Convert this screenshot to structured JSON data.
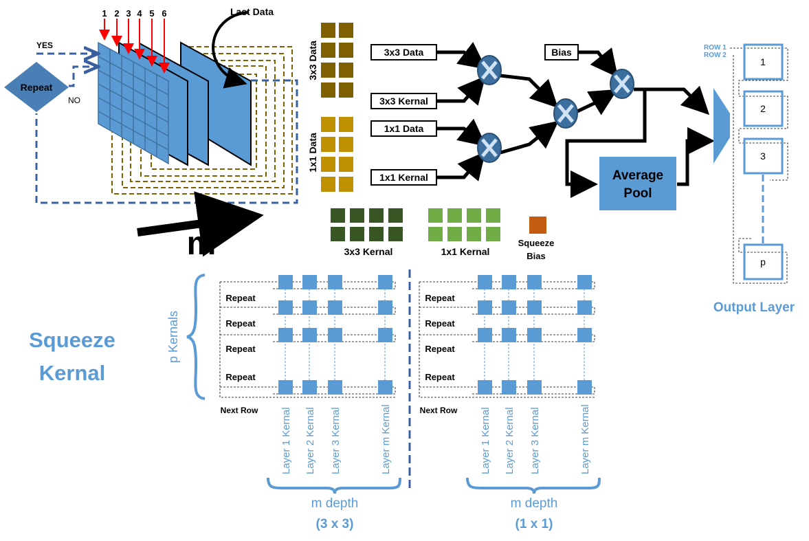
{
  "input_section": {
    "channel_numbers": [
      "1",
      "2",
      "3",
      "4",
      "5",
      "6"
    ],
    "last_data_label": "Last Data",
    "decision_label": "Repeat",
    "yes_label": "YES",
    "no_label": "NO",
    "depth_label": "m"
  },
  "data_stacks": {
    "data_3x3_label": "3x3 Data",
    "data_1x1_label": "1x1 Data"
  },
  "pipeline": {
    "box_3x3_data": "3x3 Data",
    "box_3x3_kernal": "3x3 Kernal",
    "box_1x1_data": "1x1 Data",
    "box_1x1_kernal": "1x1 Kernal",
    "box_bias": "Bias",
    "average_pool": [
      "Average",
      "Pool"
    ]
  },
  "legend": {
    "kernal_3x3": "3x3 Kernal",
    "kernal_1x1": "1x1 Kernal",
    "squeeze_bias": [
      "Squeeze",
      "Bias"
    ]
  },
  "output": {
    "row1": "ROW 1",
    "row2": "ROW 2",
    "cells": [
      "1",
      "2",
      "3",
      "p"
    ],
    "title": "Output Layer"
  },
  "squeeze": {
    "title": [
      "Squeeze",
      "Kernal"
    ],
    "p_kernals": "p Kernals",
    "repeat_label": "Repeat",
    "next_row": "Next Row",
    "layer_labels": [
      "Layer 1 Kernal",
      "Layer 2 Kernal",
      "Layer 3 Kernal",
      "Layer m Kernal"
    ],
    "panels": [
      {
        "depth": "m depth",
        "size": "(3 x 3)"
      },
      {
        "depth": "m depth",
        "size": "(1 x 1)"
      }
    ]
  },
  "colors": {
    "blue": "#5b9bd5",
    "navy_dash": "#3a5fa0",
    "brown": "#7f6000",
    "gold": "#bf9000",
    "dark_green": "#375623",
    "light_green": "#70ad47",
    "orange": "#c55a11",
    "red": "#ff0000"
  }
}
